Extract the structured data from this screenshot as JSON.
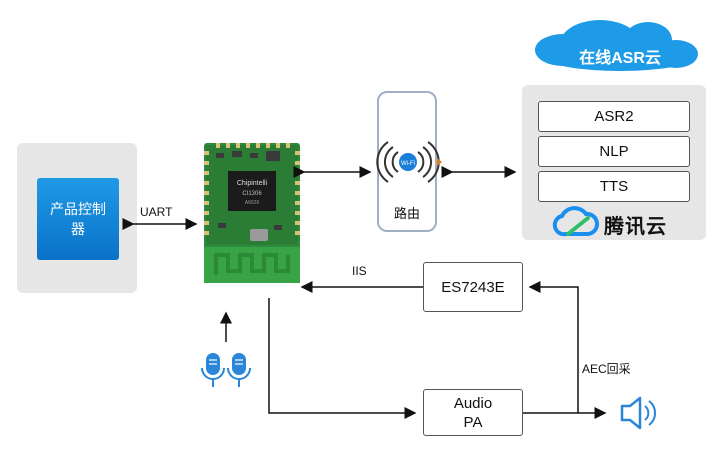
{
  "cloud": {
    "title": "在线ASR云"
  },
  "product_control": {
    "label": "产品控制器"
  },
  "links": {
    "uart": "UART",
    "iis": "IIS",
    "aec": "AEC回采"
  },
  "router": {
    "label": "路由"
  },
  "services": [
    {
      "label": "ASR2"
    },
    {
      "label": "NLP"
    },
    {
      "label": "TTS"
    }
  ],
  "tencent_cloud": {
    "label": "腾讯云"
  },
  "codec": {
    "label": "ES7243E"
  },
  "amplifier": {
    "label_line1": "Audio",
    "label_line2": "PA"
  },
  "module": {
    "brand": "Chipintelli",
    "model": "CI1306",
    "code": "A6626"
  },
  "colors": {
    "cloud": "#1e9be6",
    "controller": "#0a72c8",
    "pcb": "#2e8b3e",
    "tencent": "#1a8ff0"
  }
}
